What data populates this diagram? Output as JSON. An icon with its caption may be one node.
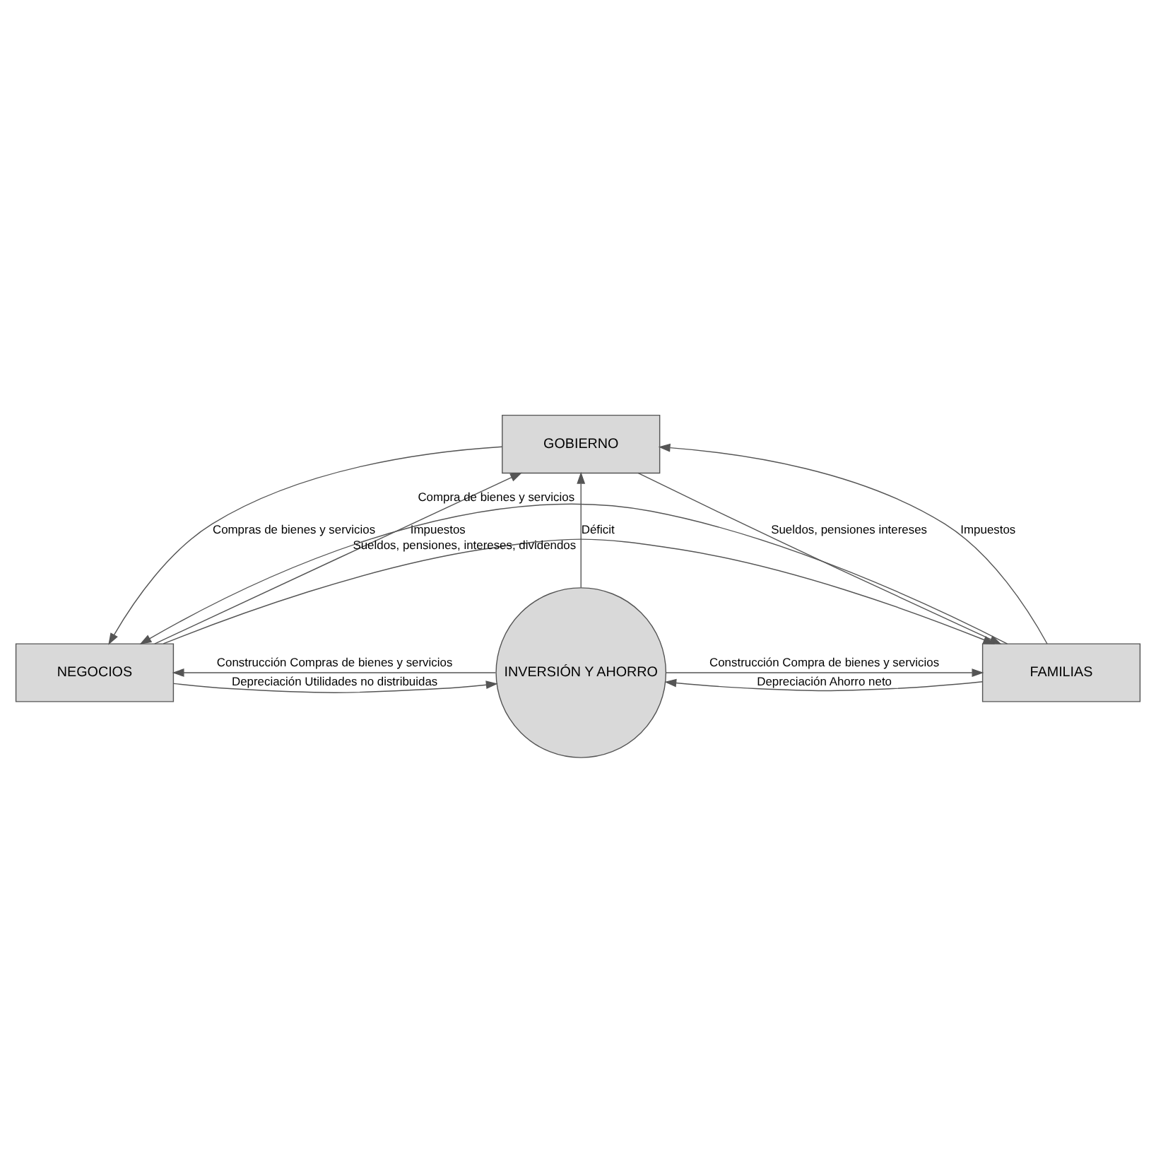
{
  "diagram": {
    "nodes": [
      {
        "text": [
          "GOBIERNO"
        ]
      },
      {
        "text": [
          "NEGOCIOS"
        ]
      },
      {
        "text": [
          "INVERSIÓN Y AHORRO"
        ]
      },
      {
        "text": [
          "FAMILIAS"
        ]
      }
    ],
    "edges": [
      {
        "from": 1,
        "to": 0,
        "arrow": "to",
        "label": "Impuestos"
      },
      {
        "from": 0,
        "to": 1,
        "arrow": "to",
        "label": "Compras de bienes y servicios"
      },
      {
        "from": 0,
        "to": 3,
        "arrow": "to",
        "label": "Sueldos, pensiones intereses"
      },
      {
        "from": 3,
        "to": 0,
        "arrow": "to",
        "label": "Impuestos"
      },
      {
        "from": 2,
        "to": 0,
        "arrow": "to",
        "label": "Déficit"
      },
      {
        "from": 2,
        "to": 1,
        "arrow": "to",
        "label": "Construcción Compras de bienes y servicios"
      },
      {
        "from": 1,
        "to": 2,
        "arrow": "to",
        "label": "Depreciación Utilidades no distribuidas"
      },
      {
        "from": 2,
        "to": 3,
        "arrow": "to",
        "label": "Construcción Compra de bienes y servicios"
      },
      {
        "from": 3,
        "to": 2,
        "arrow": "to",
        "label": "Depreciación Ahorro neto"
      },
      {
        "from": 1,
        "to": 3,
        "arrow": "to",
        "label": "Sueldos, pensiones, intereses, dividendos"
      },
      {
        "from": 3,
        "to": 1,
        "arrow": "to",
        "label": "Compra de bienes y servicios"
      }
    ]
  }
}
